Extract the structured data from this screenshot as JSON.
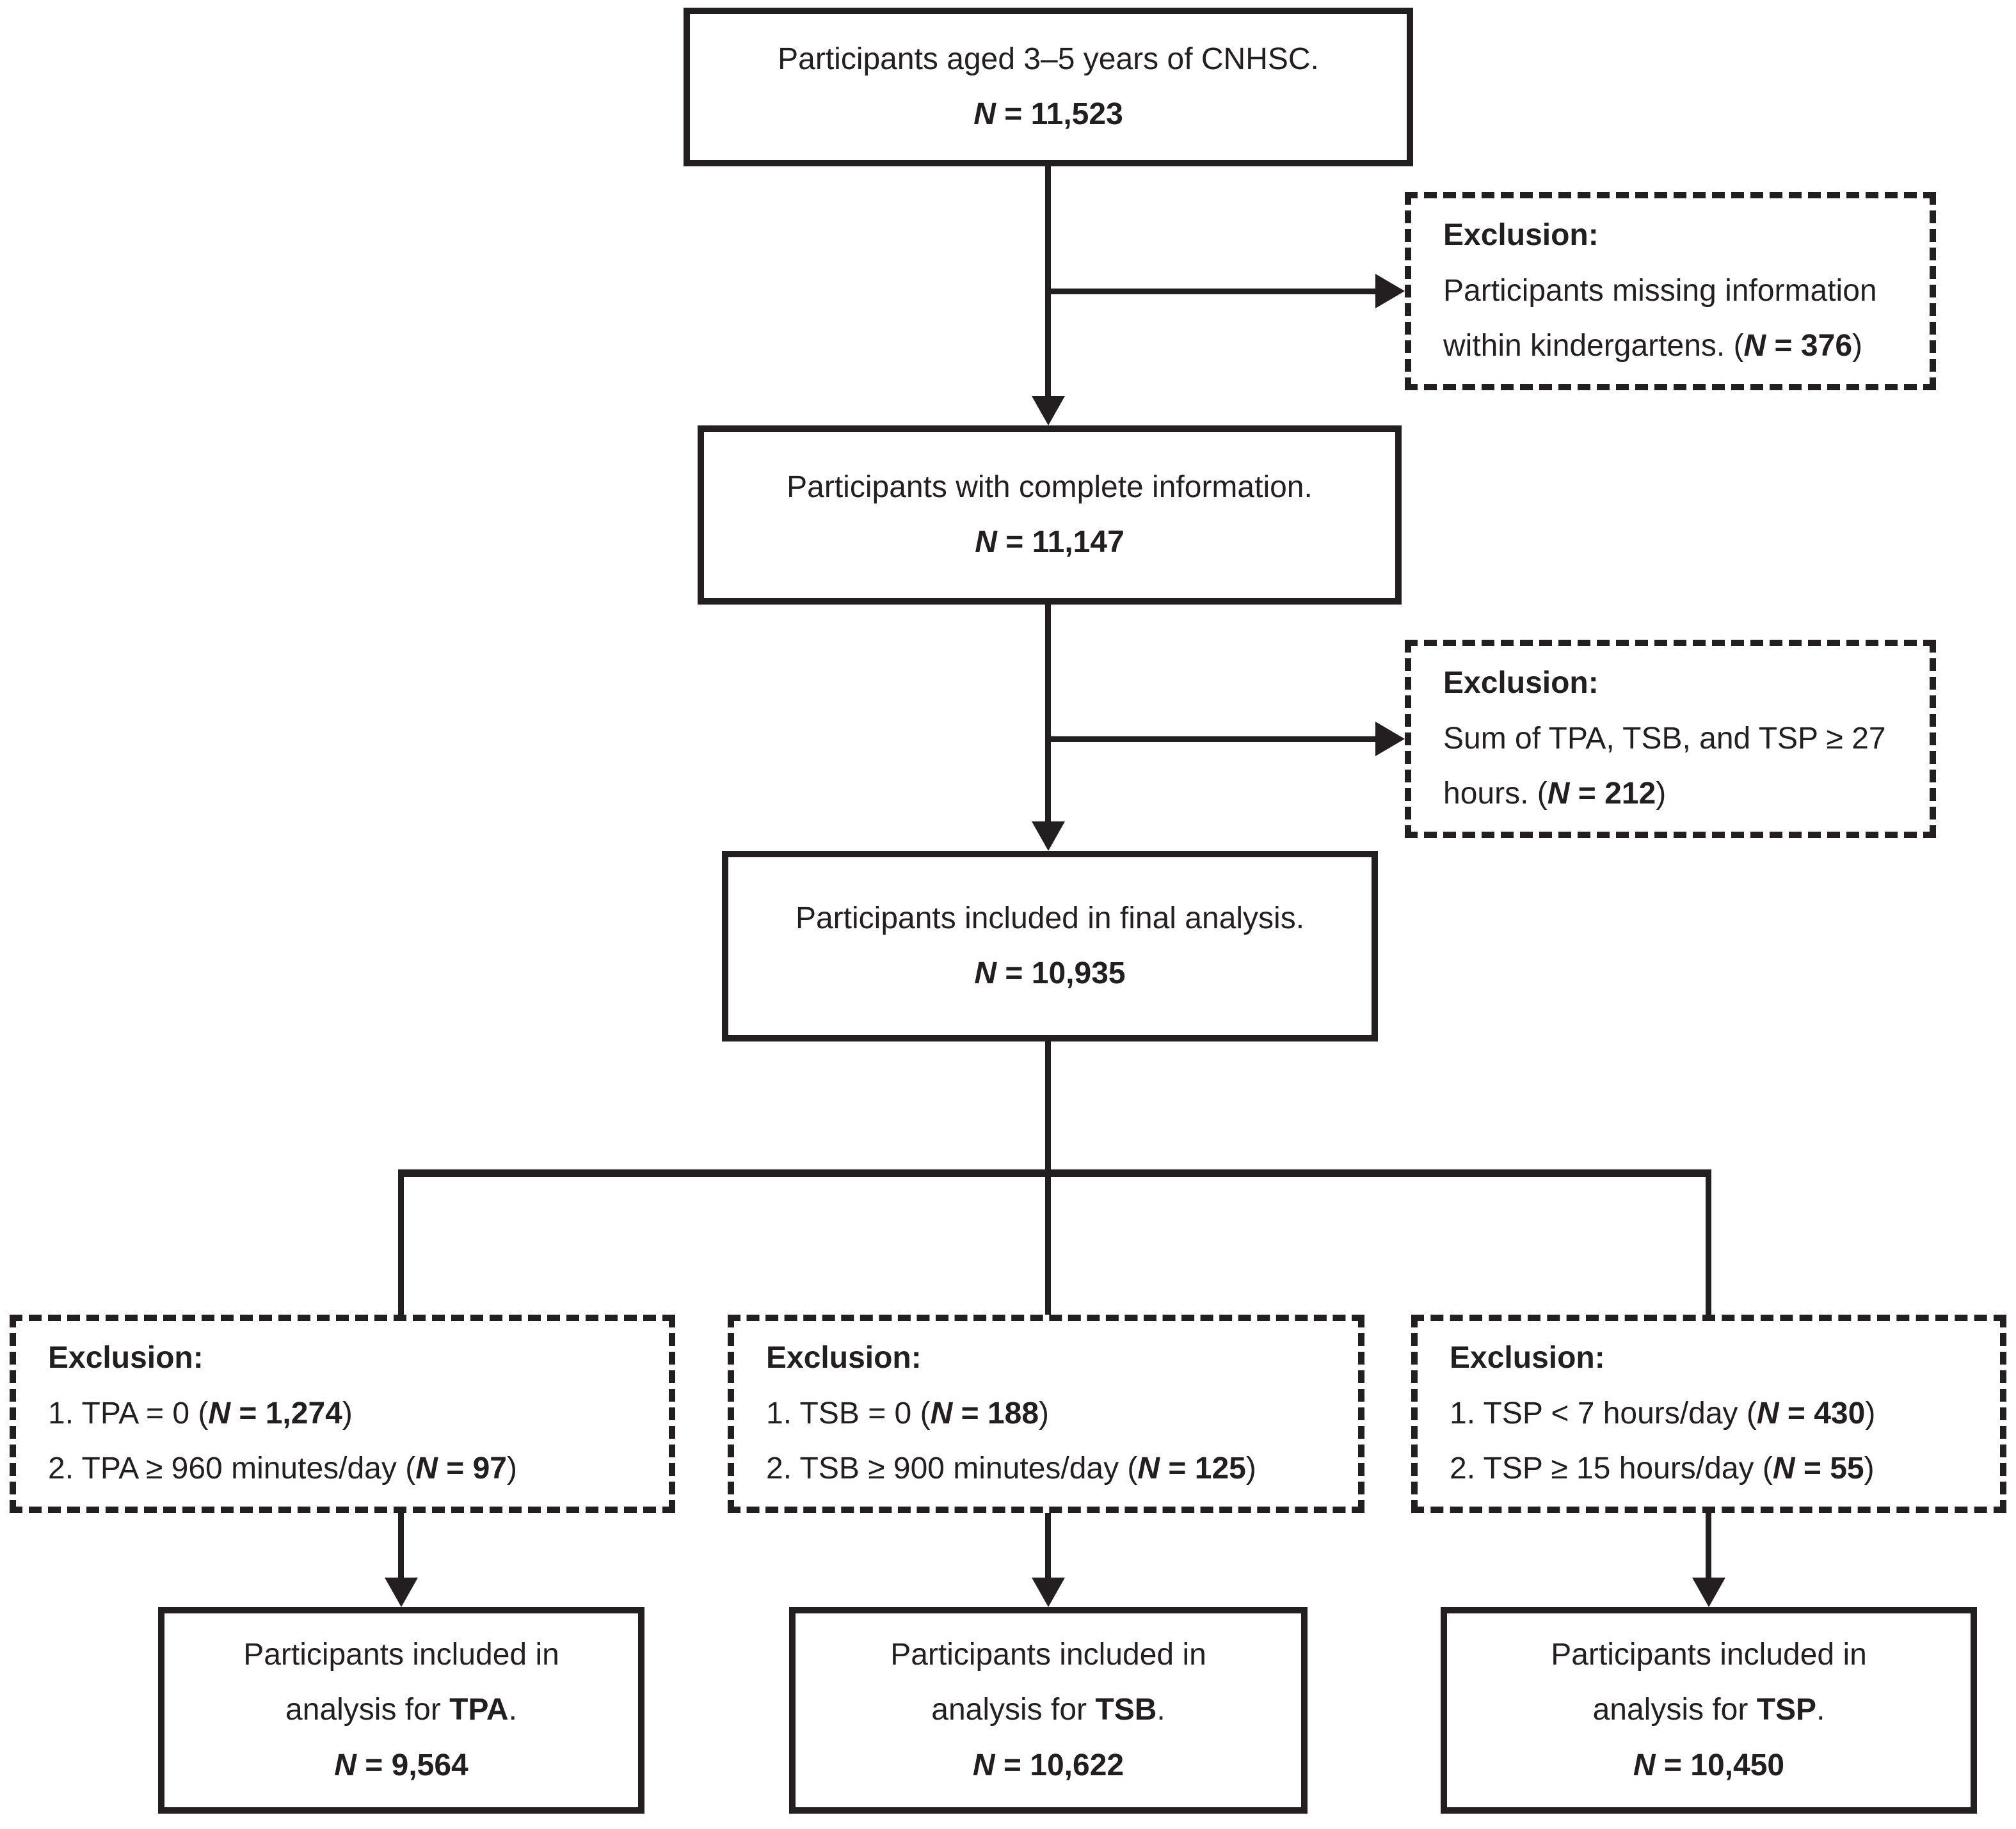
{
  "palette": {
    "ink": "#231f20",
    "background": "#ffffff"
  },
  "nodes": {
    "cohort": {
      "text": "Participants aged 3–5 years of CNHSC.",
      "n_label": "N",
      "n_value": " = 11,523"
    },
    "complete": {
      "text": "Participants with complete information.",
      "n_label": "N",
      "n_value": " = 11,147"
    },
    "final": {
      "text": "Participants included in final analysis.",
      "n_label": "N",
      "n_value": " = 10,935"
    }
  },
  "side_exclusions": [
    {
      "heading": "Exclusion:",
      "lines": [
        {
          "pre": "Participants missing information",
          "n_label": "",
          "n_value": "",
          "post": ""
        },
        {
          "pre": "within kindergartens. (",
          "n_label": "N",
          "n_value": " = 376",
          "post": ")"
        }
      ]
    },
    {
      "heading": "Exclusion:",
      "lines": [
        {
          "pre": "Sum of TPA, TSB, and TSP ≥ 27",
          "n_label": "",
          "n_value": "",
          "post": ""
        },
        {
          "pre": "hours. (",
          "n_label": "N",
          "n_value": " = 212",
          "post": ")"
        }
      ]
    }
  ],
  "branch_exclusions": [
    {
      "heading": "Exclusion:",
      "items": [
        {
          "pre": "1. TPA = 0 (",
          "n_label": "N",
          "n_value": " = 1,274",
          "post": ")"
        },
        {
          "pre": "2. TPA ≥ 960 minutes/day (",
          "n_label": "N",
          "n_value": " = 97",
          "post": ")"
        }
      ]
    },
    {
      "heading": "Exclusion:",
      "items": [
        {
          "pre": "1. TSB = 0 (",
          "n_label": "N",
          "n_value": " = 188",
          "post": ")"
        },
        {
          "pre": "2. TSB ≥ 900 minutes/day (",
          "n_label": "N",
          "n_value": " = 125",
          "post": ")"
        }
      ]
    },
    {
      "heading": "Exclusion:",
      "items": [
        {
          "pre": "1. TSP < 7 hours/day (",
          "n_label": "N",
          "n_value": " = 430",
          "post": ")"
        },
        {
          "pre": "2. TSP ≥ 15 hours/day (",
          "n_label": "N",
          "n_value": " = 55",
          "post": ")"
        }
      ]
    }
  ],
  "outcomes": [
    {
      "line1": "Participants included in",
      "line2_pre": "analysis for ",
      "line2_strong": "TPA",
      "line2_post": ".",
      "n_label": "N",
      "n_value": " = 9,564"
    },
    {
      "line1": "Participants included in",
      "line2_pre": "analysis for ",
      "line2_strong": "TSB",
      "line2_post": ".",
      "n_label": "N",
      "n_value": " = 10,622"
    },
    {
      "line1": "Participants included in",
      "line2_pre": "analysis for ",
      "line2_strong": "TSP",
      "line2_post": ".",
      "n_label": "N",
      "n_value": " = 10,450"
    }
  ]
}
